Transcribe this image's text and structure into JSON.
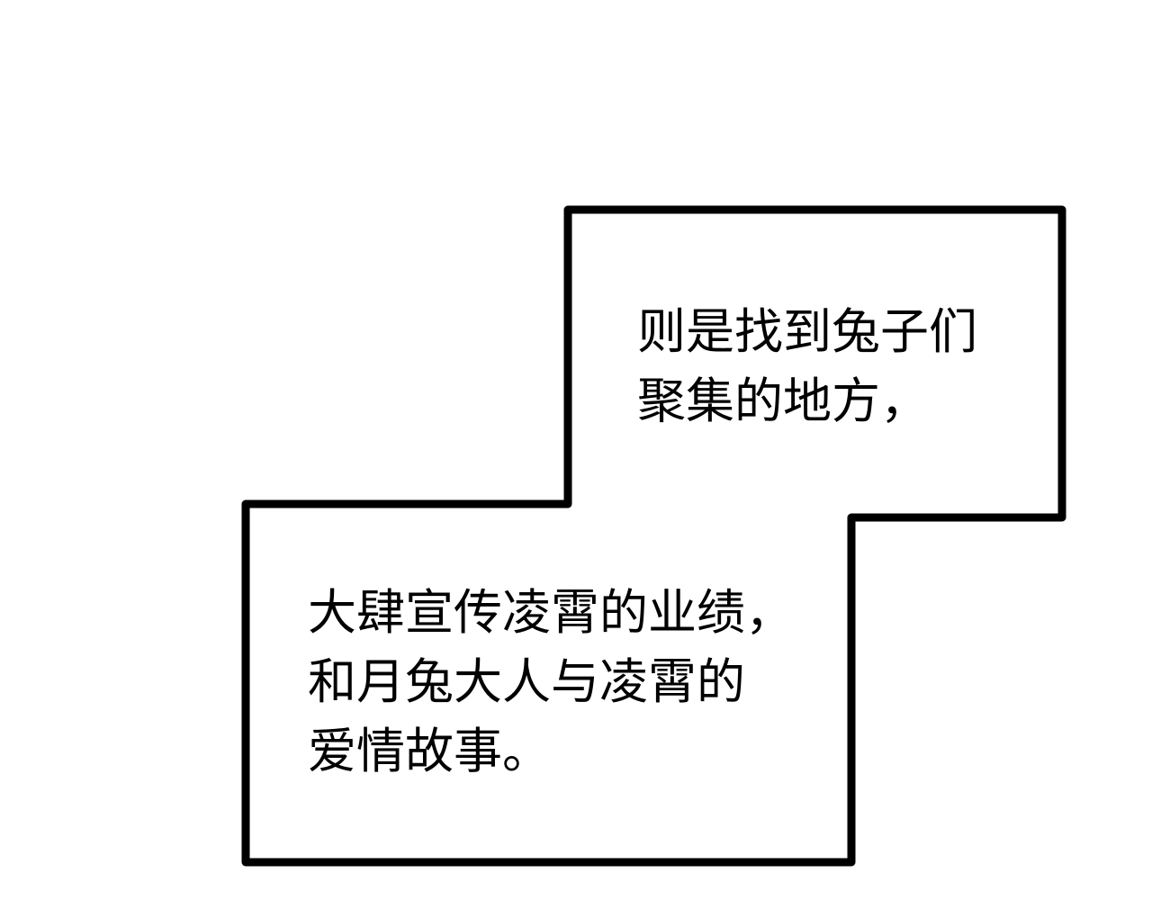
{
  "panel": {
    "border_color": "#000000",
    "background": "#ffffff",
    "caption_top": [
      "则是找到兔子们",
      "聚集的地方，"
    ],
    "caption_bottom": [
      "大肆宣传凌霄的业绩，",
      "和月兔大人与凌霄的",
      "爱情故事。"
    ]
  }
}
